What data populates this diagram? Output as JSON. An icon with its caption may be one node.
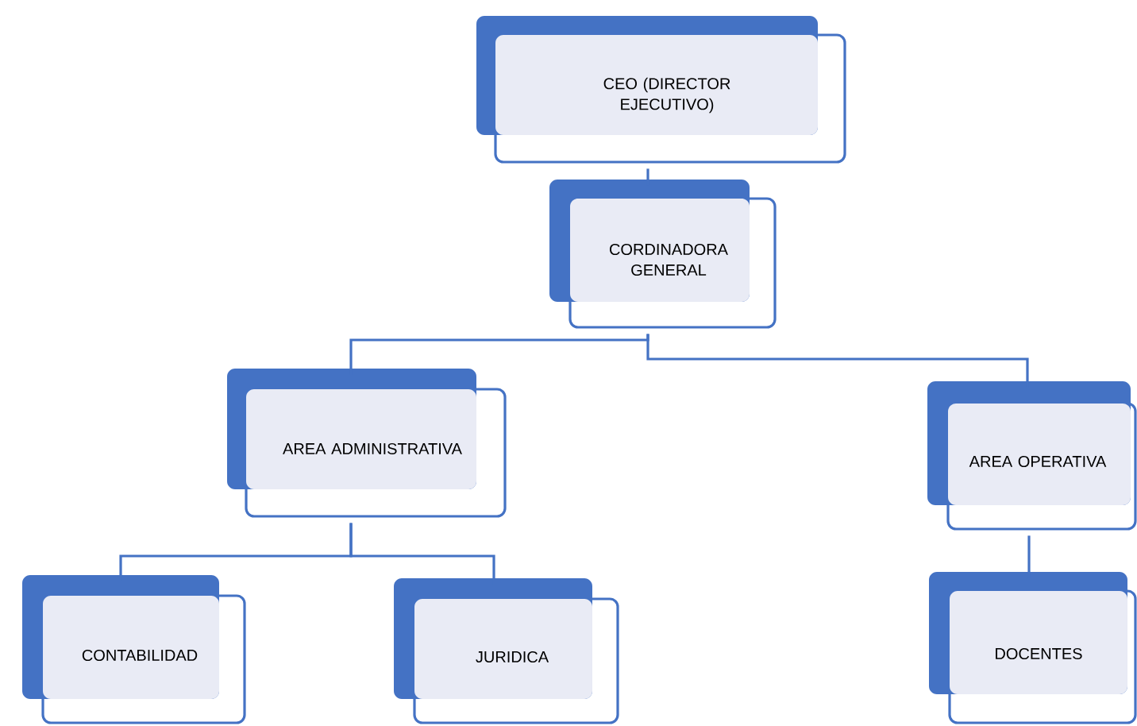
{
  "diagram": {
    "nodes": [
      {
        "text": [
          "CEO (DIRECTOR EJECUTIVO)"
        ]
      },
      {
        "text": [
          "CORDINADORA GENERAL"
        ]
      },
      {
        "text": [
          "AREA ADMINISTRATIVA"
        ]
      },
      {
        "text": [
          "AREA OPERATIVA"
        ]
      },
      {
        "text": [
          "CONTABILIDAD"
        ]
      },
      {
        "text": [
          "JURIDICA"
        ]
      },
      {
        "text": [
          "DOCENTES"
        ]
      }
    ],
    "edges": [
      {
        "from": 0,
        "to": 1,
        "arrow": "none"
      },
      {
        "from": 1,
        "to": 2,
        "arrow": "none"
      },
      {
        "from": 1,
        "to": 3,
        "arrow": "none"
      },
      {
        "from": 2,
        "to": 4,
        "arrow": "none"
      },
      {
        "from": 2,
        "to": 5,
        "arrow": "none"
      },
      {
        "from": 3,
        "to": 6,
        "arrow": "none"
      }
    ]
  }
}
